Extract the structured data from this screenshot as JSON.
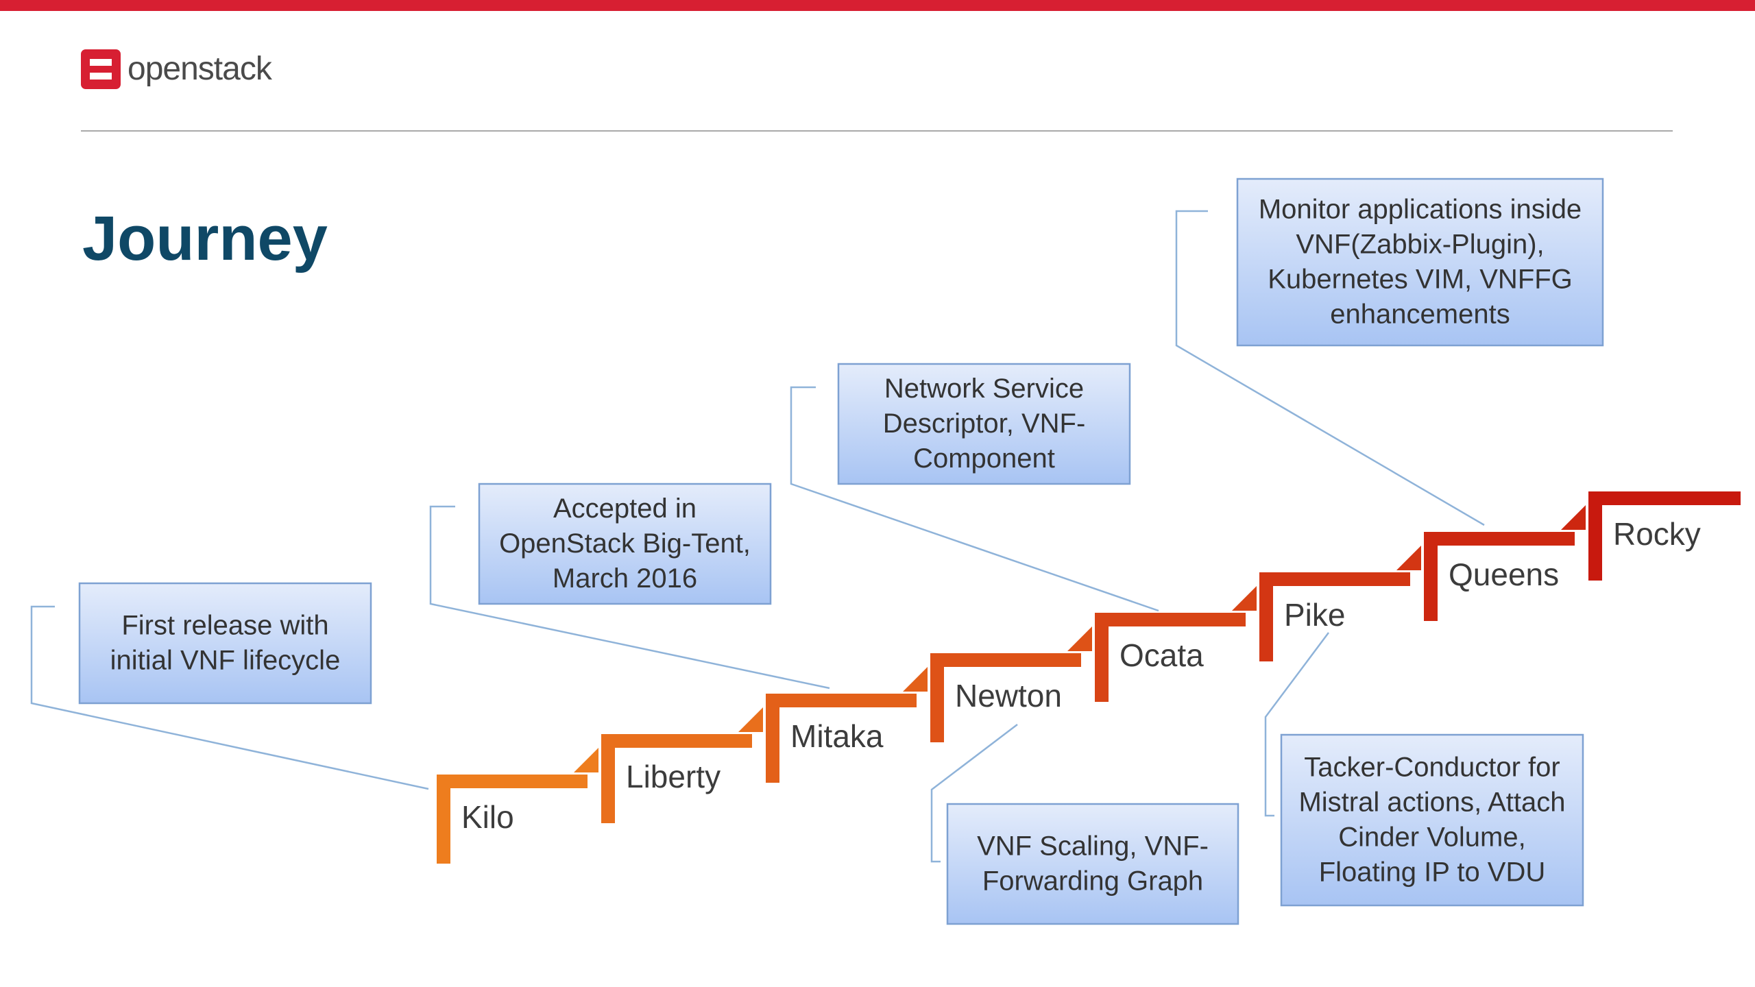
{
  "header": {
    "logo_text": "openstack",
    "brand_color": "#d71f32"
  },
  "title": "Journey",
  "colors": {
    "title": "#0f4866",
    "callout_top": "#e4ecfb",
    "callout_bottom": "#a8c4f3",
    "callout_border": "#7ea1d2",
    "leader_line": "#8fb3d9",
    "step_start": "#ee7d1e",
    "step_end": "#c8190e"
  },
  "releases": [
    {
      "name": "Kilo"
    },
    {
      "name": "Liberty"
    },
    {
      "name": "Mitaka"
    },
    {
      "name": "Newton"
    },
    {
      "name": "Ocata"
    },
    {
      "name": "Pike"
    },
    {
      "name": "Queens"
    },
    {
      "name": "Rocky"
    }
  ],
  "callouts": [
    {
      "id": "kilo",
      "release": "Kilo",
      "lines": [
        "First release with",
        "initial VNF lifecycle"
      ]
    },
    {
      "id": "mitaka",
      "release": "Mitaka",
      "lines": [
        "Accepted in",
        "OpenStack Big-Tent,",
        "March 2016"
      ]
    },
    {
      "id": "ocata",
      "release": "Ocata",
      "lines": [
        "Network Service",
        "Descriptor, VNF-",
        "Component"
      ]
    },
    {
      "id": "queens",
      "release": "Queens",
      "lines": [
        "Monitor applications inside",
        "VNF(Zabbix-Plugin),",
        "Kubernetes VIM, VNFFG",
        "enhancements"
      ]
    },
    {
      "id": "newton",
      "release": "Newton",
      "lines": [
        "VNF Scaling, VNF-",
        "Forwarding Graph"
      ]
    },
    {
      "id": "pike",
      "release": "Pike",
      "lines": [
        "Tacker-Conductor for",
        "Mistral actions, Attach",
        "Cinder Volume,",
        "Floating IP to VDU"
      ]
    }
  ]
}
